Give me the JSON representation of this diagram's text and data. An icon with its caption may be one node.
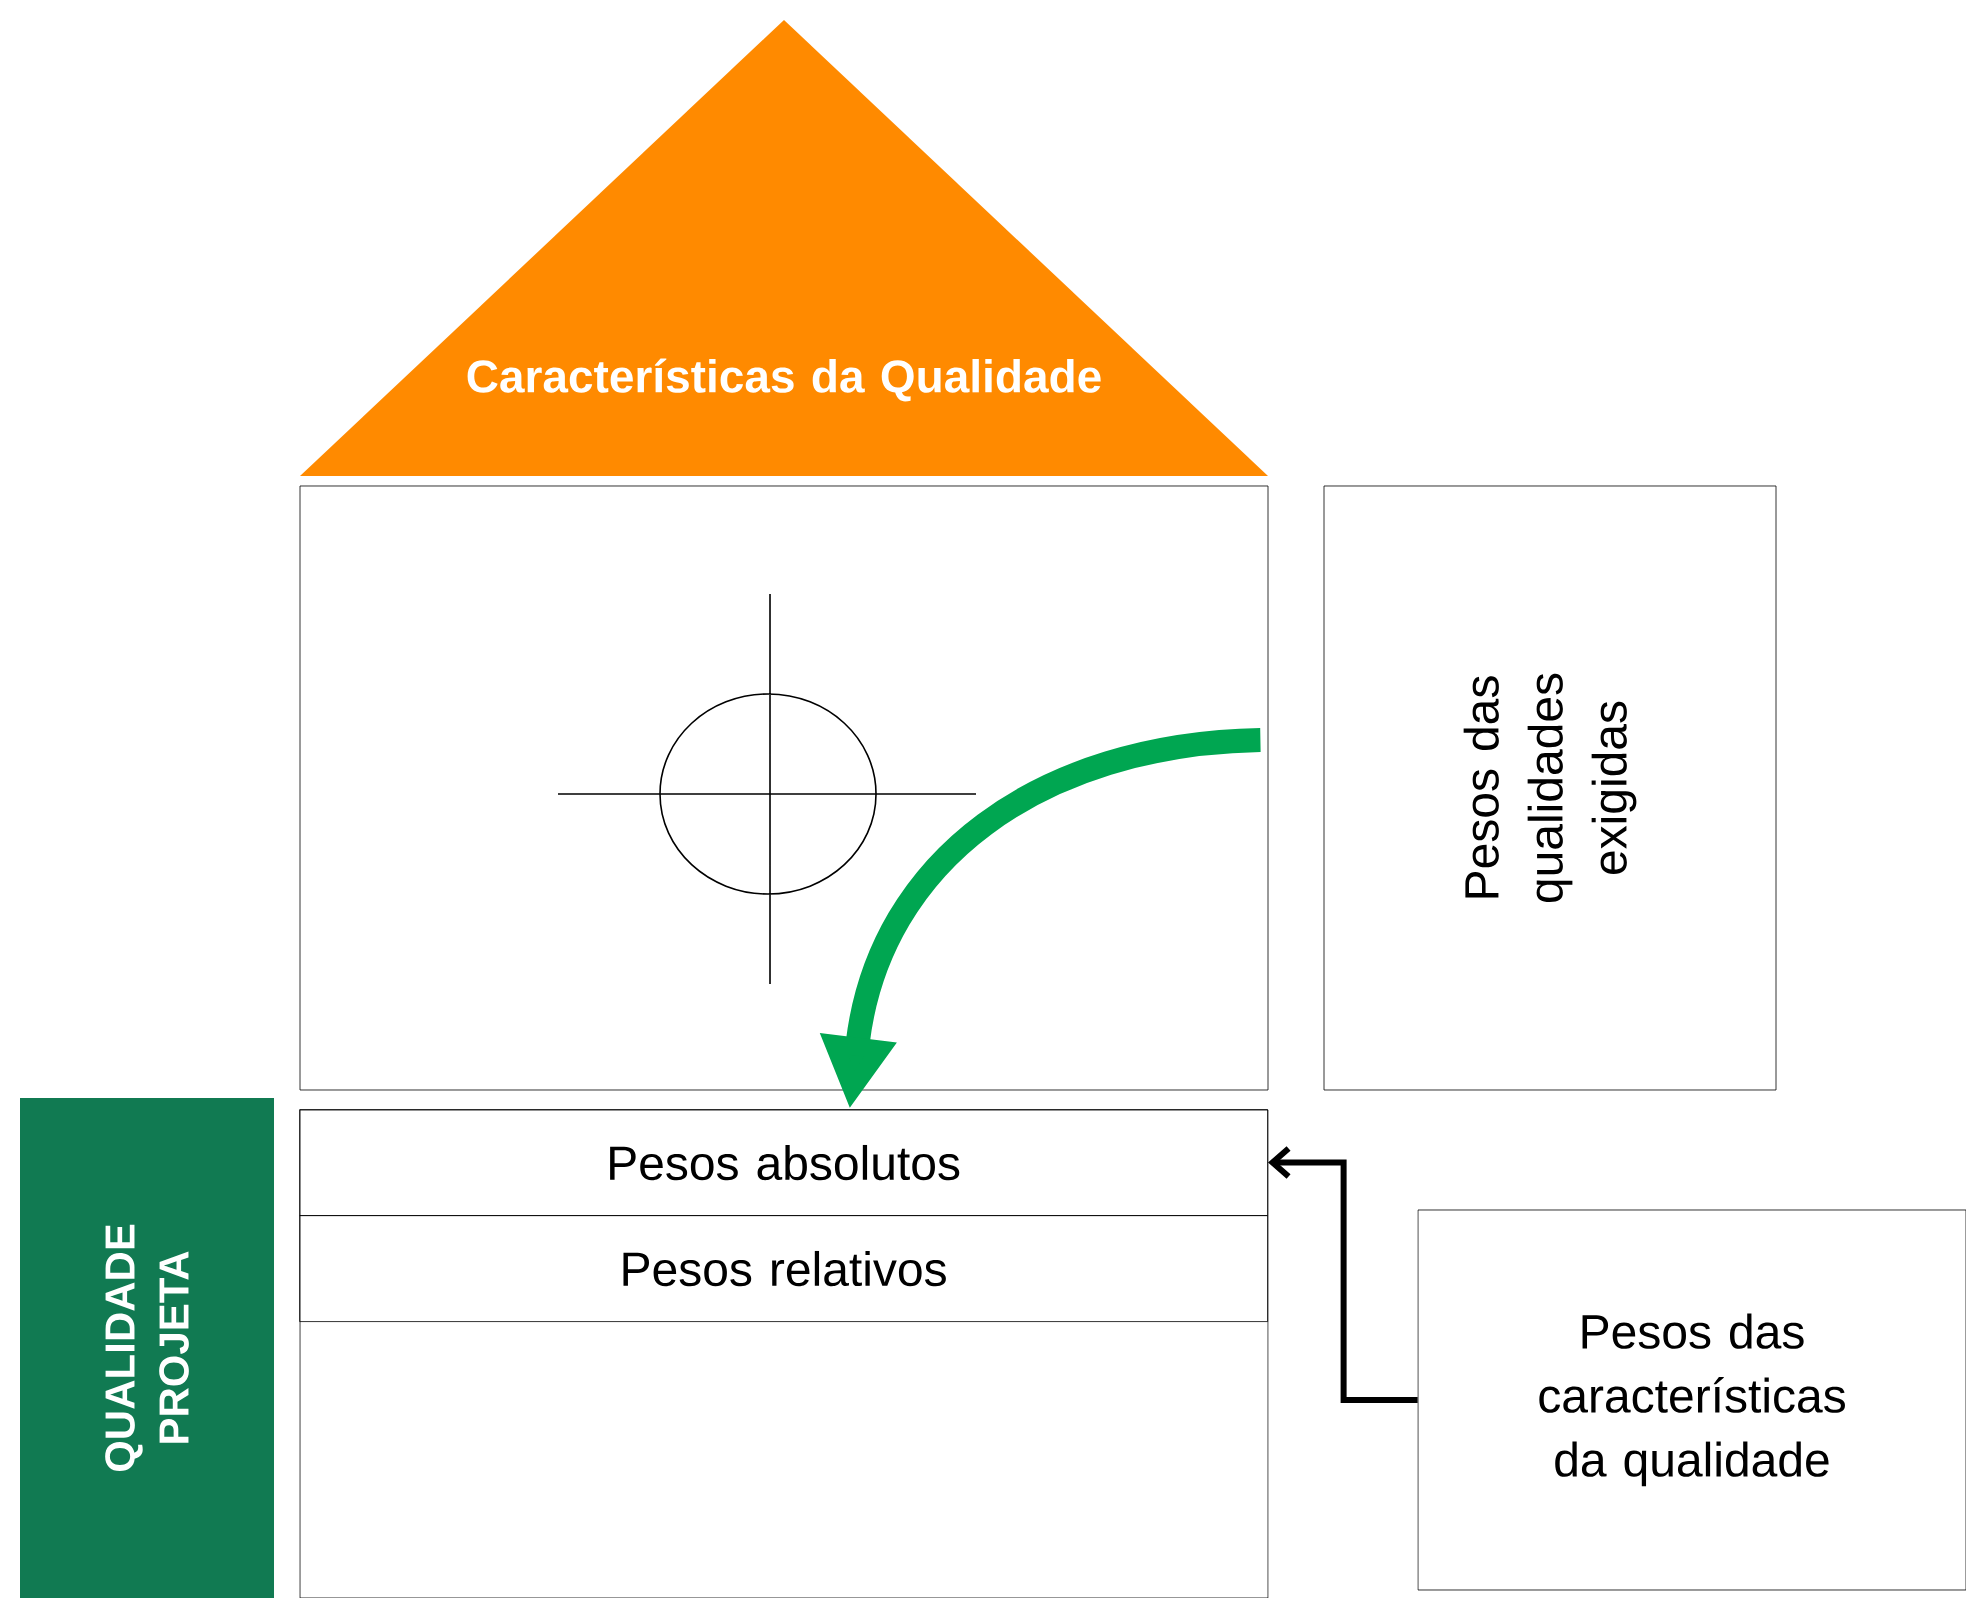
{
  "diagram": {
    "nodes": [
      {
        "text": [
          "Características da Qualidade"
        ]
      },
      {
        "text": [],
        "shape": "box"
      },
      {
        "text": [
          "Pesos das qualidades exigidas"
        ]
      },
      {
        "text": [],
        "shape": "box"
      },
      {
        "text": [
          "Pesos absolutos"
        ],
        "in": 3
      },
      {
        "text": [
          "Pesos relativos"
        ],
        "in": 3
      },
      {
        "text": [
          "QUALIDADE PROJETA"
        ]
      },
      {
        "text": [
          "Pesos das características da qualidade"
        ]
      }
    ],
    "edges": [
      {
        "from": 1,
        "to": 4,
        "arrow": "to",
        "style": "thick",
        "color": "#00a651"
      },
      {
        "from": 7,
        "to": 4,
        "arrow": "to",
        "color": "#000000"
      }
    ]
  }
}
